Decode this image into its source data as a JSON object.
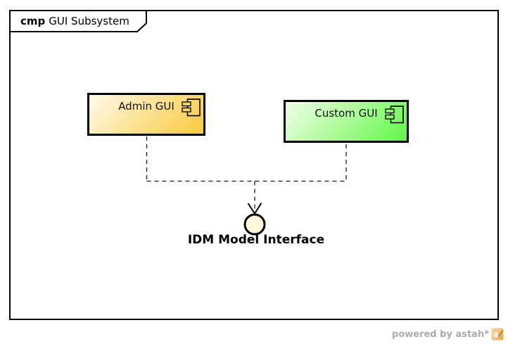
{
  "frame": {
    "keyword": "cmp",
    "title": "GUI Subsystem"
  },
  "components": [
    {
      "name": "Admin GUI",
      "icon": "component-icon",
      "gradient_start": "#FFFBEE",
      "gradient_end": "#F9C93E"
    },
    {
      "name": "Custom GUI",
      "icon": "component-icon",
      "gradient_start": "#EFFEE7",
      "gradient_end": "#5EF845"
    }
  ],
  "interface": {
    "label": "IDM Model Interface",
    "type": "provided-interface-lollipop",
    "fill_color": "#FCFADA"
  },
  "connectors": [
    {
      "from": "Admin GUI",
      "to": "IDM Model Interface",
      "style": "dashed"
    },
    {
      "from": "Custom GUI",
      "to": "IDM Model Interface",
      "style": "dashed-arrow"
    }
  ],
  "watermark": {
    "text": "powered by astah*",
    "logo": "astah-logo-icon",
    "logo_letter": "a",
    "text_color": "#ababab"
  }
}
